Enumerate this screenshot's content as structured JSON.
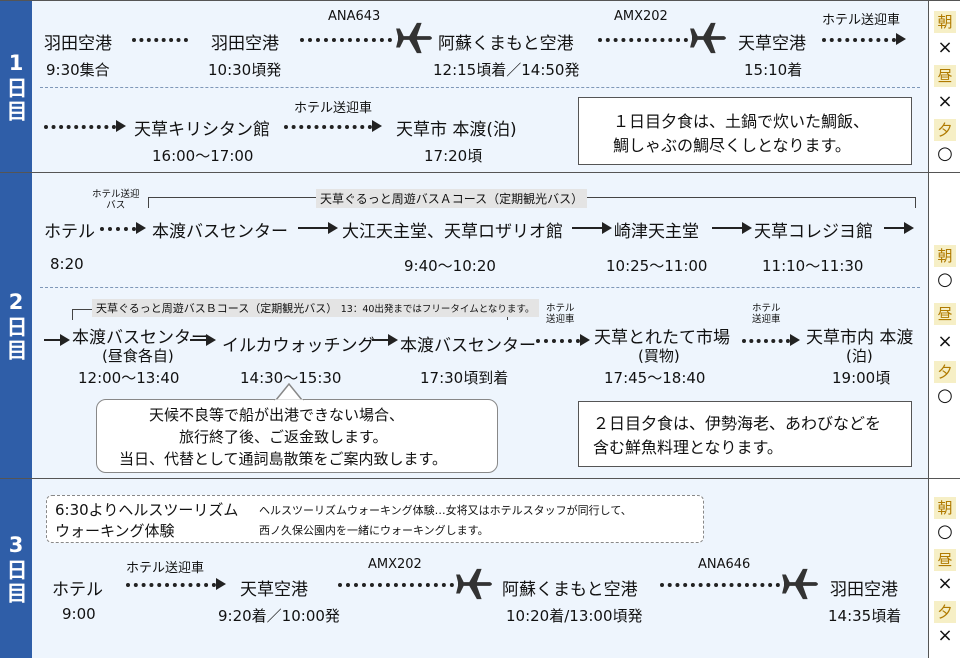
{
  "days": [
    {
      "label": "1日目",
      "meals": [
        {
          "label": "朝",
          "value": "×"
        },
        {
          "label": "昼",
          "value": "×"
        },
        {
          "label": "夕",
          "value": "○"
        }
      ]
    },
    {
      "label": "2日目",
      "meals": [
        {
          "label": "朝",
          "value": "○"
        },
        {
          "label": "昼",
          "value": "×"
        },
        {
          "label": "夕",
          "value": "○"
        }
      ]
    },
    {
      "label": "3日目",
      "meals": [
        {
          "label": "朝",
          "value": "○"
        },
        {
          "label": "昼",
          "value": "×"
        },
        {
          "label": "夕",
          "value": "×"
        }
      ]
    }
  ],
  "day1": {
    "row1": [
      {
        "place": "羽田空港",
        "time": "9:30集合"
      },
      {
        "place": "羽田空港",
        "time": "10:30頃発"
      },
      {
        "place": "阿蘇くまもと空港",
        "time": "12:15頃着／14:50発"
      },
      {
        "place": "天草空港",
        "time": "15:10着"
      }
    ],
    "flight1": "ANA643",
    "flight2": "AMX202",
    "shuttle": "ホテル送迎車",
    "row2": [
      {
        "place": "天草キリシタン館",
        "time": "16:00〜17:00"
      },
      {
        "place": "天草市 本渡(泊)",
        "time": "17:20頃"
      }
    ],
    "shuttle2": "ホテル送迎車",
    "note": [
      "１日目夕食は、土鍋で炊いた鯛飯、",
      "鯛しゃぶの鯛尽くしとなります。"
    ]
  },
  "day2": {
    "shuttle_label": [
      "ホテル送迎",
      "バス"
    ],
    "course_a": "天草ぐるっと周遊バスＡコース（定期観光バス）",
    "row1": [
      {
        "place": "ホテル",
        "time": "8:20"
      },
      {
        "place": "本渡バスセンター",
        "time": ""
      },
      {
        "place": "大江天主堂、天草ロザリオ館",
        "time": "9:40〜10:20"
      },
      {
        "place": "崎津天主堂",
        "time": "10:25〜11:00"
      },
      {
        "place": "天草コレジヨ館",
        "time": "11:10〜11:30"
      }
    ],
    "course_b": "天草ぐるっと周遊バスＢコース（定期観光バス）",
    "course_b_note": "13：40出発まではフリータイムとなります。",
    "row2": [
      {
        "place": "本渡バスセンター",
        "sub": "(昼食各自)",
        "time": "12:00〜13:40"
      },
      {
        "place": "イルカウォッチング",
        "sub": "",
        "time": "14:30〜15:30"
      },
      {
        "place": "本渡バスセンター",
        "sub": "",
        "time": "17:30頃到着"
      },
      {
        "place": "天草とれたて市場",
        "sub": "(買物)",
        "time": "17:45〜18:40"
      },
      {
        "place": "天草市内 本渡",
        "sub": "(泊)",
        "time": "19:00頃"
      }
    ],
    "shuttle_a": [
      "ホテル",
      "送迎車"
    ],
    "shuttle_b": [
      "ホテル",
      "送迎車"
    ],
    "bubble": [
      "天候不良等で船が出港できない場合、",
      "旅行終了後、ご返金致します。",
      "当日、代替として通詞島散策をご案内致します。"
    ],
    "note": [
      "２日目夕食は、伊勢海老、あわびなどを",
      "含む鮮魚料理となります。"
    ]
  },
  "day3": {
    "walk_title": [
      "6:30よりヘルスツーリズム",
      "ウォーキング体験"
    ],
    "walk_desc": [
      "ヘルスツーリズムウォーキング体験…女将又はホテルスタッフが同行して、",
      "西ノ久保公園内を一緒にウォーキングします。"
    ],
    "shuttle": "ホテル送迎車",
    "flight1": "AMX202",
    "flight2": "ANA646",
    "row": [
      {
        "place": "ホテル",
        "time": "9:00"
      },
      {
        "place": "天草空港",
        "time": "9:20着／10:00発"
      },
      {
        "place": "阿蘇くまもと空港",
        "time": "10:20着/13:00頃発"
      },
      {
        "place": "羽田空港",
        "time": "14:35頃着"
      }
    ]
  }
}
